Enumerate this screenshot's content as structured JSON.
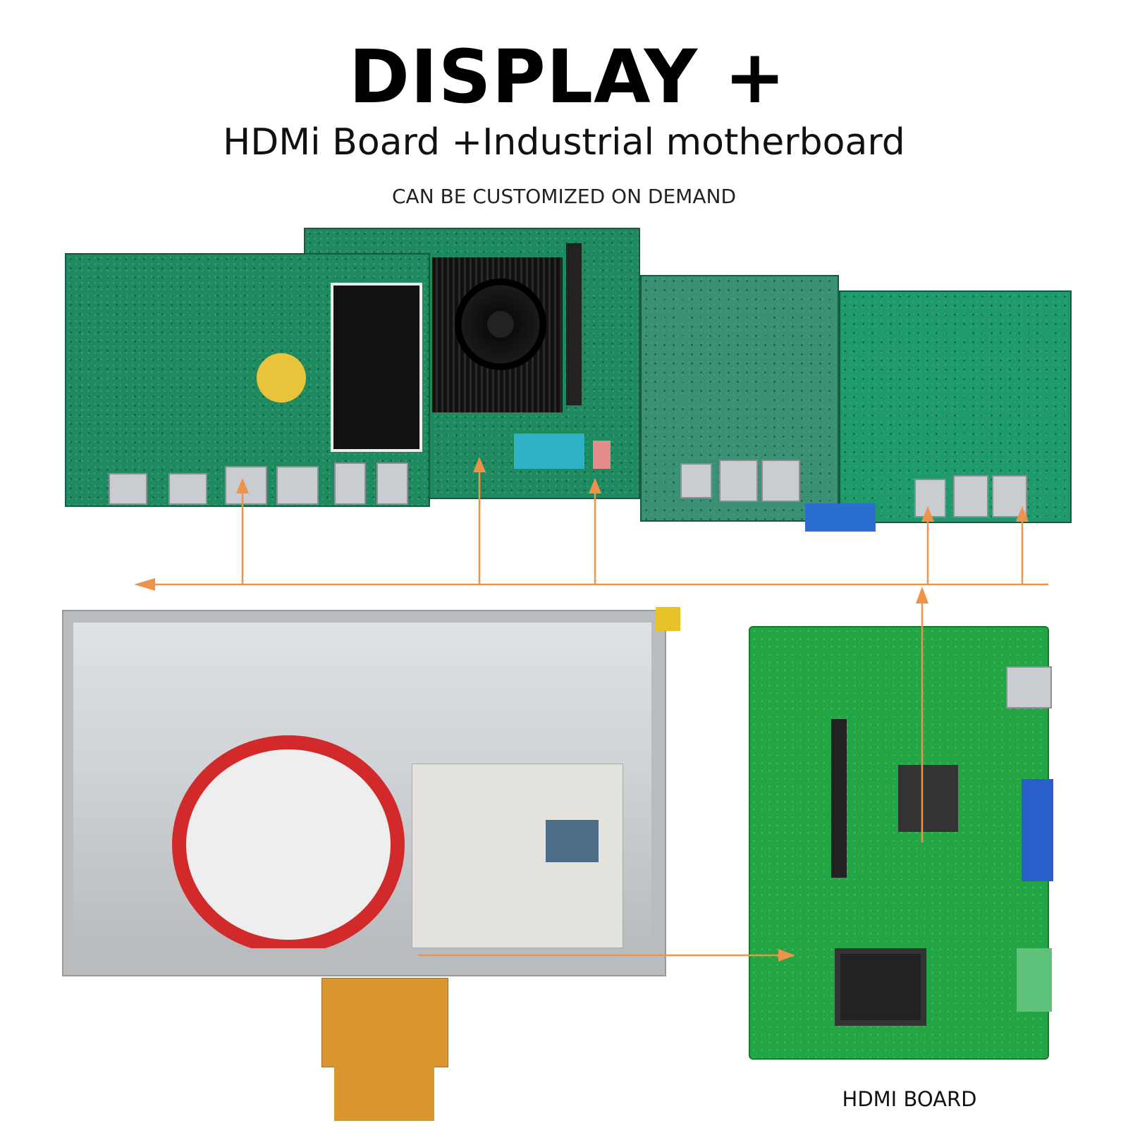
{
  "header": {
    "title": "DISPLAY +",
    "subtitle": "HDMi Board +Industrial motherboard",
    "tagline": "CAN BE CUSTOMIZED ON DEMAND"
  },
  "hdmi_board": {
    "label": "HDMI BOARD"
  },
  "colors": {
    "arrow": "#f0934a",
    "pcb": "#1f8a5f",
    "hdmi_pcb": "#23a545",
    "display_frame": "#b9bcbf",
    "fpc": "#d9962f"
  }
}
